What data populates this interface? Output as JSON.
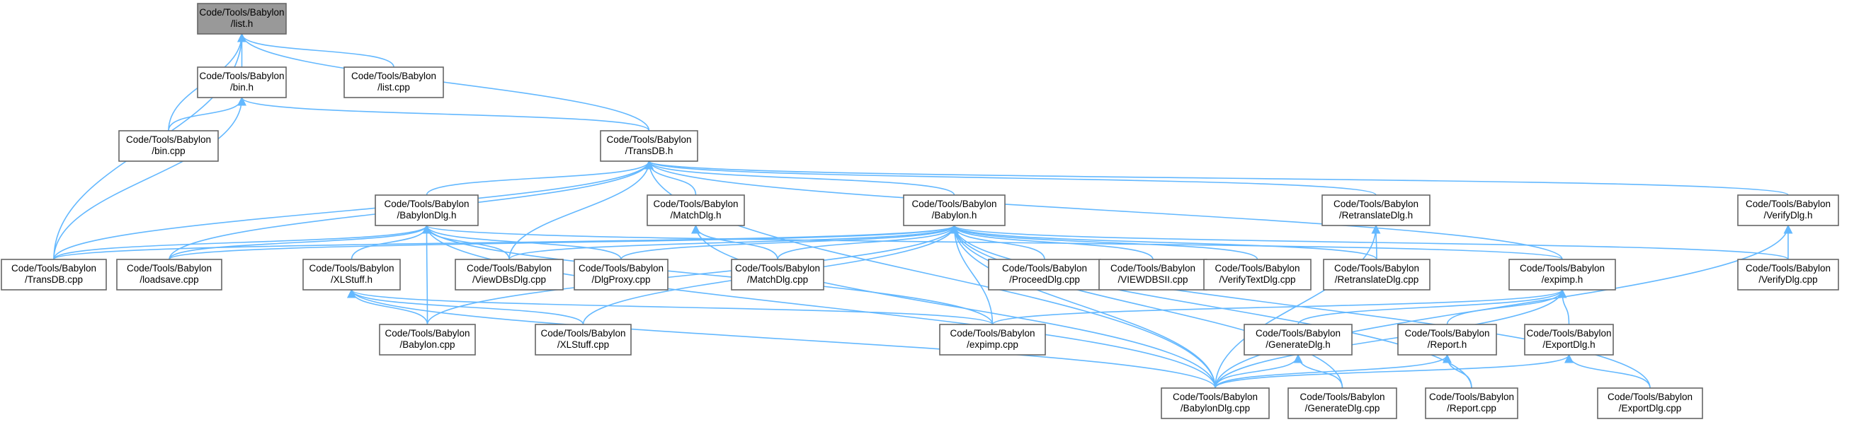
{
  "graph": {
    "edge_color": "#63b8ff",
    "nodes": [
      {
        "id": "list_h",
        "lines": [
          "Code/Tools/Babylon",
          "/list.h"
        ],
        "current": true
      },
      {
        "id": "bin_h",
        "lines": [
          "Code/Tools/Babylon",
          "/bin.h"
        ]
      },
      {
        "id": "list_cpp",
        "lines": [
          "Code/Tools/Babylon",
          "/list.cpp"
        ]
      },
      {
        "id": "bin_cpp",
        "lines": [
          "Code/Tools/Babylon",
          "/bin.cpp"
        ]
      },
      {
        "id": "transdb_h",
        "lines": [
          "Code/Tools/Babylon",
          "/TransDB.h"
        ]
      },
      {
        "id": "babylondlg_h",
        "lines": [
          "Code/Tools/Babylon",
          "/BabylonDlg.h"
        ]
      },
      {
        "id": "matchdlg_h",
        "lines": [
          "Code/Tools/Babylon",
          "/MatchDlg.h"
        ]
      },
      {
        "id": "babylon_h",
        "lines": [
          "Code/Tools/Babylon",
          "/Babylon.h"
        ]
      },
      {
        "id": "retranslatedlg_h",
        "lines": [
          "Code/Tools/Babylon",
          "/RetranslateDlg.h"
        ]
      },
      {
        "id": "verifydlg_h",
        "lines": [
          "Code/Tools/Babylon",
          "/VerifyDlg.h"
        ]
      },
      {
        "id": "transdb_cpp",
        "lines": [
          "Code/Tools/Babylon",
          "/TransDB.cpp"
        ]
      },
      {
        "id": "loadsave_cpp",
        "lines": [
          "Code/Tools/Babylon",
          "/loadsave.cpp"
        ]
      },
      {
        "id": "xlstuff_h",
        "lines": [
          "Code/Tools/Babylon",
          "/XLStuff.h"
        ]
      },
      {
        "id": "viewdbsdlg_cpp",
        "lines": [
          "Code/Tools/Babylon",
          "/ViewDBsDlg.cpp"
        ]
      },
      {
        "id": "dlgproxy_cpp",
        "lines": [
          "Code/Tools/Babylon",
          "/DlgProxy.cpp"
        ]
      },
      {
        "id": "matchdlg_cpp",
        "lines": [
          "Code/Tools/Babylon",
          "/MatchDlg.cpp"
        ]
      },
      {
        "id": "proceeddlg_cpp",
        "lines": [
          "Code/Tools/Babylon",
          "/ProceedDlg.cpp"
        ]
      },
      {
        "id": "viewdbsii_cpp",
        "lines": [
          "Code/Tools/Babylon",
          "/VIEWDBSII.cpp"
        ]
      },
      {
        "id": "verifytextdlg_cpp",
        "lines": [
          "Code/Tools/Babylon",
          "/VerifyTextDlg.cpp"
        ]
      },
      {
        "id": "retranslatedlg_cpp",
        "lines": [
          "Code/Tools/Babylon",
          "/RetranslateDlg.cpp"
        ]
      },
      {
        "id": "expimp_h",
        "lines": [
          "Code/Tools/Babylon",
          "/expimp.h"
        ]
      },
      {
        "id": "verifydlg_cpp",
        "lines": [
          "Code/Tools/Babylon",
          "/VerifyDlg.cpp"
        ]
      },
      {
        "id": "babylon_cpp",
        "lines": [
          "Code/Tools/Babylon",
          "/Babylon.cpp"
        ]
      },
      {
        "id": "xlstuff_cpp",
        "lines": [
          "Code/Tools/Babylon",
          "/XLStuff.cpp"
        ]
      },
      {
        "id": "expimp_cpp",
        "lines": [
          "Code/Tools/Babylon",
          "/expimp.cpp"
        ]
      },
      {
        "id": "generatedlg_h",
        "lines": [
          "Code/Tools/Babylon",
          "/GenerateDlg.h"
        ]
      },
      {
        "id": "report_h",
        "lines": [
          "Code/Tools/Babylon",
          "/Report.h"
        ]
      },
      {
        "id": "exportdlg_h",
        "lines": [
          "Code/Tools/Babylon",
          "/ExportDlg.h"
        ]
      },
      {
        "id": "babylondlg_cpp",
        "lines": [
          "Code/Tools/Babylon",
          "/BabylonDlg.cpp"
        ]
      },
      {
        "id": "generatedlg_cpp",
        "lines": [
          "Code/Tools/Babylon",
          "/GenerateDlg.cpp"
        ]
      },
      {
        "id": "report_cpp",
        "lines": [
          "Code/Tools/Babylon",
          "/Report.cpp"
        ]
      },
      {
        "id": "exportdlg_cpp",
        "lines": [
          "Code/Tools/Babylon",
          "/ExportDlg.cpp"
        ]
      }
    ],
    "edges": [
      {
        "from": "bin_h",
        "to": "list_h"
      },
      {
        "from": "list_cpp",
        "to": "list_h"
      },
      {
        "from": "bin_cpp",
        "to": "list_h"
      },
      {
        "from": "transdb_h",
        "to": "list_h"
      },
      {
        "from": "transdb_cpp",
        "to": "list_h"
      },
      {
        "from": "bin_cpp",
        "to": "bin_h"
      },
      {
        "from": "transdb_h",
        "to": "bin_h"
      },
      {
        "from": "transdb_cpp",
        "to": "bin_h"
      },
      {
        "from": "babylondlg_h",
        "to": "transdb_h"
      },
      {
        "from": "matchdlg_h",
        "to": "transdb_h"
      },
      {
        "from": "babylon_h",
        "to": "transdb_h"
      },
      {
        "from": "retranslatedlg_h",
        "to": "transdb_h"
      },
      {
        "from": "verifydlg_h",
        "to": "transdb_h"
      },
      {
        "from": "transdb_cpp",
        "to": "transdb_h"
      },
      {
        "from": "loadsave_cpp",
        "to": "transdb_h"
      },
      {
        "from": "viewdbsdlg_cpp",
        "to": "transdb_h"
      },
      {
        "from": "expimp_h",
        "to": "transdb_h"
      },
      {
        "from": "babylondlg_cpp",
        "to": "transdb_h"
      },
      {
        "from": "transdb_cpp",
        "to": "babylondlg_h"
      },
      {
        "from": "loadsave_cpp",
        "to": "babylondlg_h"
      },
      {
        "from": "xlstuff_h",
        "to": "babylondlg_h"
      },
      {
        "from": "viewdbsdlg_cpp",
        "to": "babylondlg_h"
      },
      {
        "from": "dlgproxy_cpp",
        "to": "babylondlg_h"
      },
      {
        "from": "babylon_cpp",
        "to": "babylondlg_h"
      },
      {
        "from": "expimp_cpp",
        "to": "babylondlg_h"
      },
      {
        "from": "babylondlg_cpp",
        "to": "babylondlg_h"
      },
      {
        "from": "expimp_h",
        "to": "babylondlg_h"
      },
      {
        "from": "matchdlg_cpp",
        "to": "matchdlg_h"
      },
      {
        "from": "babylondlg_cpp",
        "to": "matchdlg_h"
      },
      {
        "from": "transdb_cpp",
        "to": "babylon_h"
      },
      {
        "from": "loadsave_cpp",
        "to": "babylon_h"
      },
      {
        "from": "viewdbsdlg_cpp",
        "to": "babylon_h"
      },
      {
        "from": "dlgproxy_cpp",
        "to": "babylon_h"
      },
      {
        "from": "matchdlg_cpp",
        "to": "babylon_h"
      },
      {
        "from": "proceeddlg_cpp",
        "to": "babylon_h"
      },
      {
        "from": "viewdbsii_cpp",
        "to": "babylon_h"
      },
      {
        "from": "verifytextdlg_cpp",
        "to": "babylon_h"
      },
      {
        "from": "retranslatedlg_cpp",
        "to": "babylon_h"
      },
      {
        "from": "verifydlg_cpp",
        "to": "babylon_h"
      },
      {
        "from": "babylon_cpp",
        "to": "babylon_h"
      },
      {
        "from": "xlstuff_cpp",
        "to": "babylon_h"
      },
      {
        "from": "expimp_cpp",
        "to": "babylon_h"
      },
      {
        "from": "babylondlg_cpp",
        "to": "babylon_h"
      },
      {
        "from": "generatedlg_cpp",
        "to": "babylon_h"
      },
      {
        "from": "report_cpp",
        "to": "babylon_h"
      },
      {
        "from": "exportdlg_cpp",
        "to": "babylon_h"
      },
      {
        "from": "retranslatedlg_cpp",
        "to": "retranslatedlg_h"
      },
      {
        "from": "babylondlg_cpp",
        "to": "retranslatedlg_h"
      },
      {
        "from": "verifydlg_cpp",
        "to": "verifydlg_h"
      },
      {
        "from": "babylondlg_cpp",
        "to": "verifydlg_h"
      },
      {
        "from": "babylon_cpp",
        "to": "xlstuff_h"
      },
      {
        "from": "xlstuff_cpp",
        "to": "xlstuff_h"
      },
      {
        "from": "expimp_cpp",
        "to": "xlstuff_h"
      },
      {
        "from": "babylondlg_cpp",
        "to": "xlstuff_h"
      },
      {
        "from": "expimp_cpp",
        "to": "expimp_h"
      },
      {
        "from": "generatedlg_h",
        "to": "expimp_h"
      },
      {
        "from": "report_h",
        "to": "expimp_h"
      },
      {
        "from": "exportdlg_h",
        "to": "expimp_h"
      },
      {
        "from": "babylondlg_cpp",
        "to": "expimp_h"
      },
      {
        "from": "babylondlg_cpp",
        "to": "generatedlg_h"
      },
      {
        "from": "generatedlg_cpp",
        "to": "generatedlg_h"
      },
      {
        "from": "babylondlg_cpp",
        "to": "report_h"
      },
      {
        "from": "report_cpp",
        "to": "report_h"
      },
      {
        "from": "babylondlg_cpp",
        "to": "exportdlg_h"
      },
      {
        "from": "exportdlg_cpp",
        "to": "exportdlg_h"
      }
    ]
  }
}
